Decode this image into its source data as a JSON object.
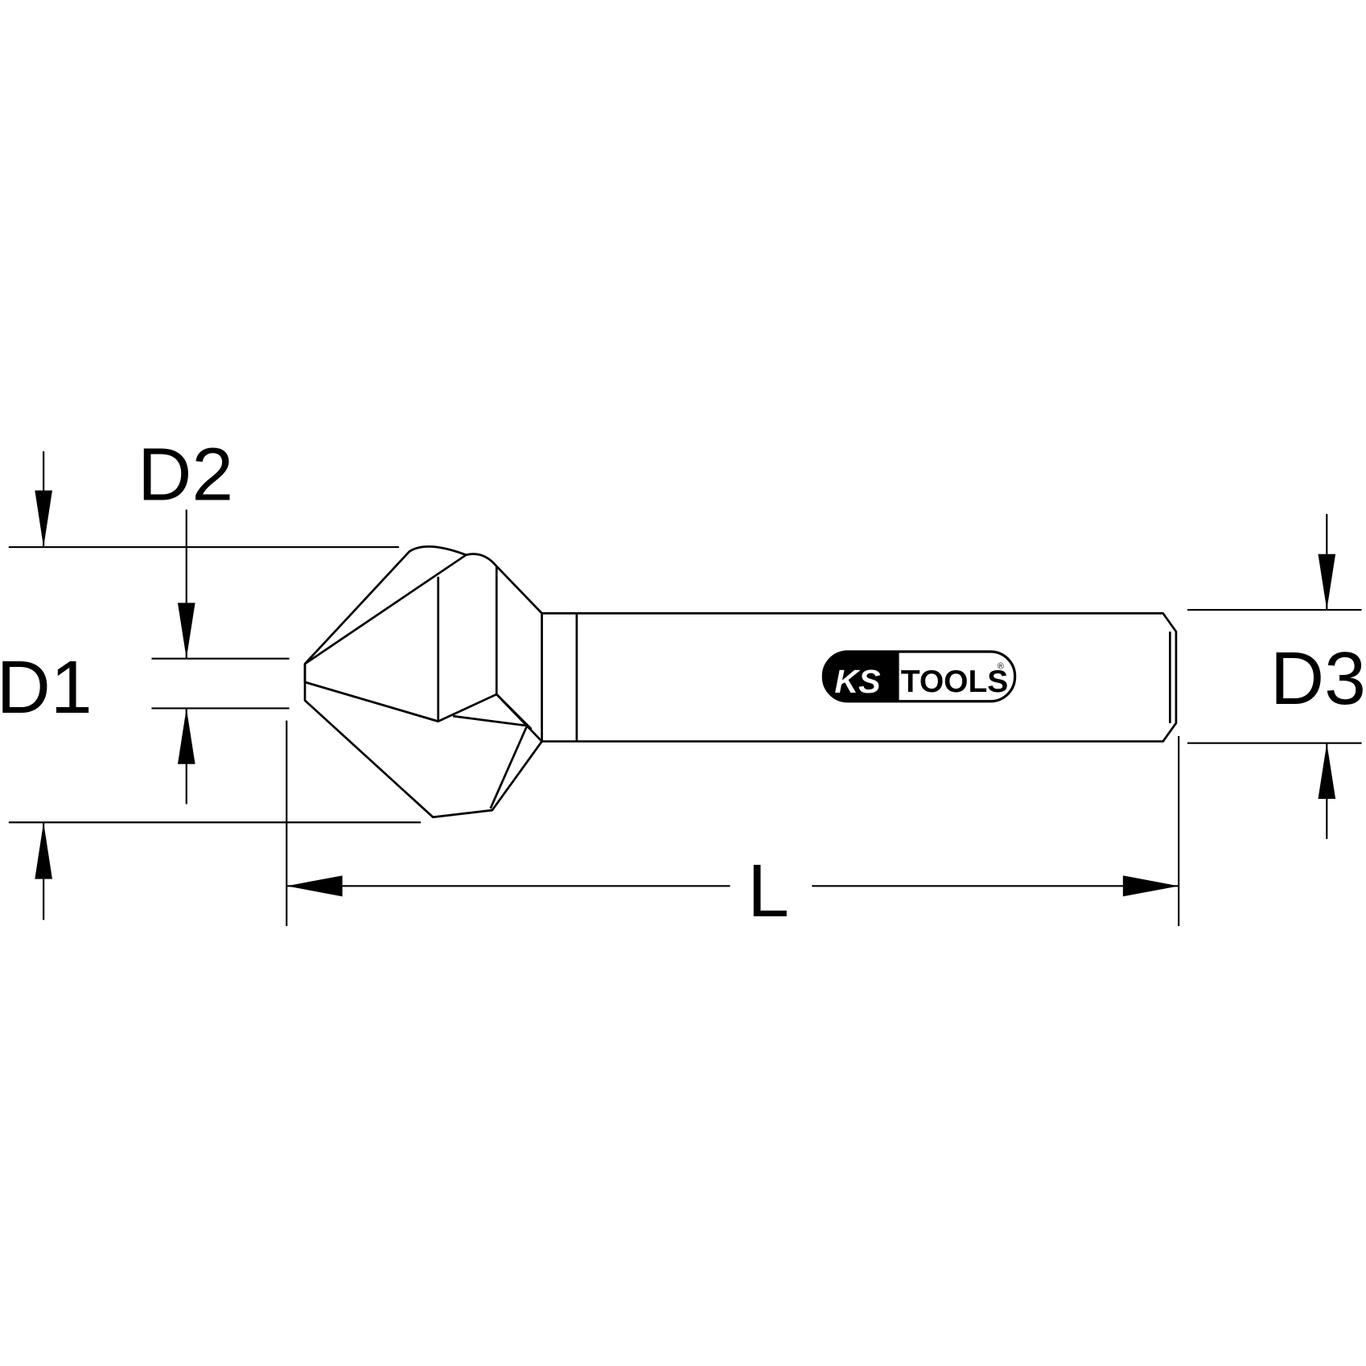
{
  "drawing": {
    "subject": "countersink",
    "labels": {
      "d1": "D1",
      "d2": "D2",
      "d3": "D3",
      "length": "L"
    },
    "logo": {
      "brand_left": "KS",
      "brand_right": "TOOLS",
      "registered": "®"
    },
    "colors": {
      "line": "#000000",
      "background": "#ffffff"
    }
  }
}
